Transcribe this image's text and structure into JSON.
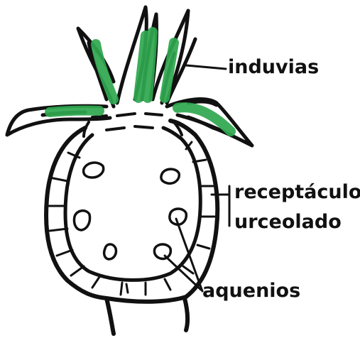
{
  "labels": {
    "induvias": "induvias",
    "receptaculo_line1": "receptáculo",
    "receptaculo_line2": "urceolado",
    "aquenios": "aquenios"
  },
  "colors": {
    "ink": "#111111",
    "induvia_fill": "#2fa84f",
    "background": "#ffffff"
  }
}
